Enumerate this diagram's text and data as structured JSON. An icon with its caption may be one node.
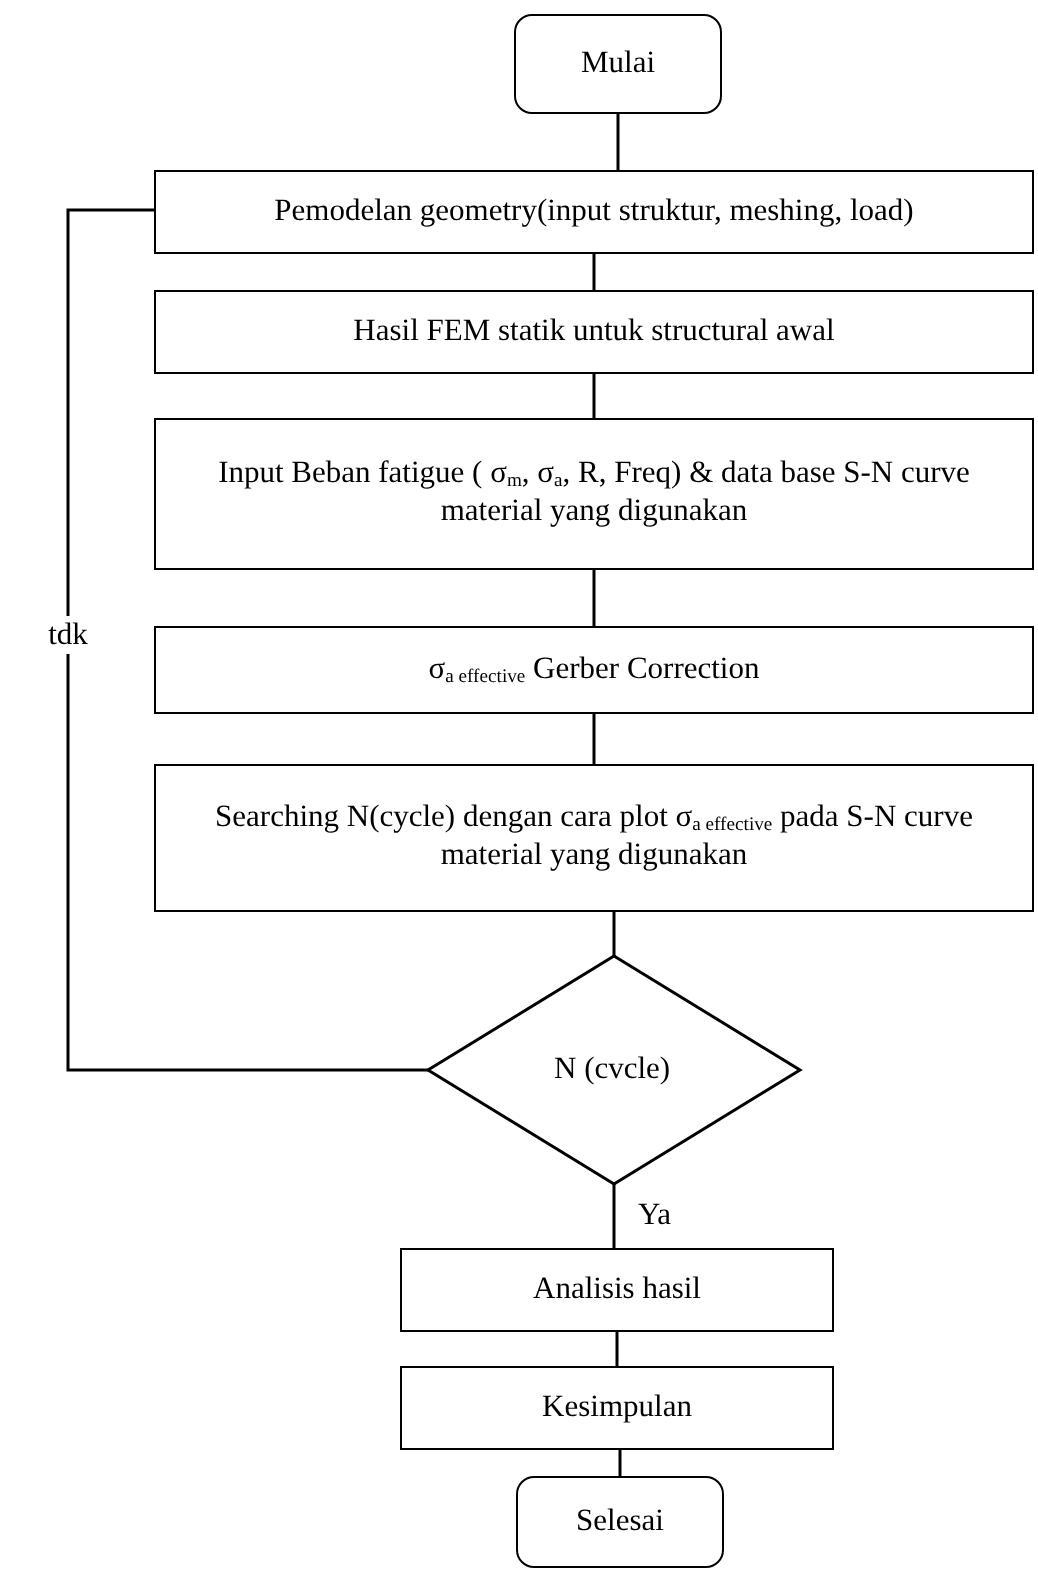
{
  "diagram": {
    "nodes": [
      {
        "text": [
          "Mulai"
        ]
      },
      {
        "text": [
          "Pemodelan geometry(input struktur, meshing, load)"
        ]
      },
      {
        "text": [
          "Hasil FEM statik untuk structural awal"
        ]
      },
      {
        "text": [
          "Input Beban fatigue ( σ$_{m}$, σ$_{a}$, R, Freq) & data base S-N curve material yang digunakan"
        ]
      },
      {
        "text": [
          "σ$_{a effective}$ Gerber Correction"
        ]
      },
      {
        "text": [
          "Searching N(cycle) dengan cara plot σ$_{a effective}$ pada S-N curve material yang digunakan"
        ]
      },
      {
        "text": [
          "N (cvcle)"
        ]
      },
      {
        "text": [
          "Analisis hasil"
        ]
      },
      {
        "text": [
          "Kesimpulan"
        ]
      },
      {
        "text": [
          "Selesai"
        ]
      }
    ],
    "edges": [
      {
        "from": 0,
        "to": 1,
        "arrow": "none"
      },
      {
        "from": 1,
        "to": 2,
        "arrow": "none"
      },
      {
        "from": 2,
        "to": 3,
        "arrow": "none"
      },
      {
        "from": 3,
        "to": 4,
        "arrow": "none"
      },
      {
        "from": 4,
        "to": 5,
        "arrow": "none"
      },
      {
        "from": 5,
        "to": 6,
        "arrow": "none"
      },
      {
        "from": 6,
        "to": 1,
        "label": "tdk",
        "arrow": "none"
      },
      {
        "from": 6,
        "to": 7,
        "label": "Ya",
        "arrow": "none"
      },
      {
        "from": 7,
        "to": 8,
        "arrow": "none"
      },
      {
        "from": 8,
        "to": 9,
        "arrow": "none"
      }
    ]
  }
}
